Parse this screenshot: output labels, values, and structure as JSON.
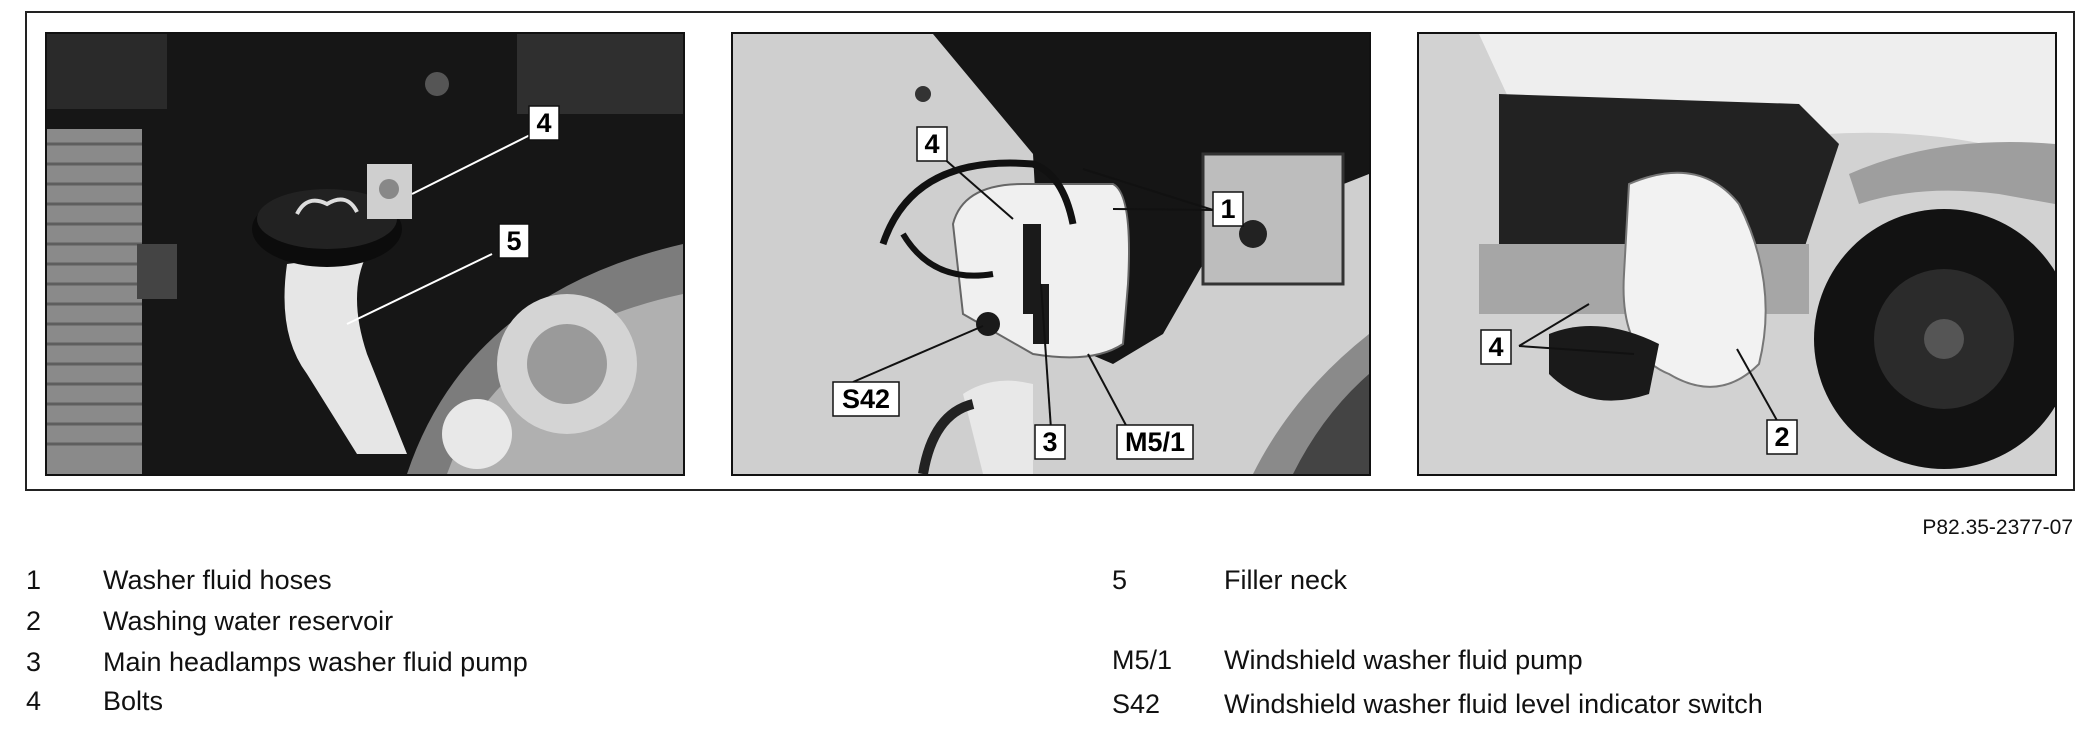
{
  "figure": {
    "panels": [
      {
        "callouts": [
          "4",
          "5"
        ]
      },
      {
        "callouts": [
          "4",
          "1",
          "S42",
          "3",
          "M5/1"
        ]
      },
      {
        "callouts": [
          "4",
          "2"
        ]
      }
    ],
    "reference_code": "P82.35-2377-07"
  },
  "legend": {
    "left": [
      {
        "num": "1",
        "text": "Washer fluid hoses"
      },
      {
        "num": "2",
        "text": "Washing water reservoir"
      },
      {
        "num": "3",
        "text": "Main headlamps washer fluid pump"
      },
      {
        "num": "4",
        "text": "Bolts"
      }
    ],
    "right": [
      {
        "num": "5",
        "text": "Filler neck"
      },
      {
        "num": "M5/1",
        "text": "Windshield washer fluid pump"
      },
      {
        "num": "S42",
        "text": "Windshield washer fluid level indicator switch"
      }
    ]
  }
}
